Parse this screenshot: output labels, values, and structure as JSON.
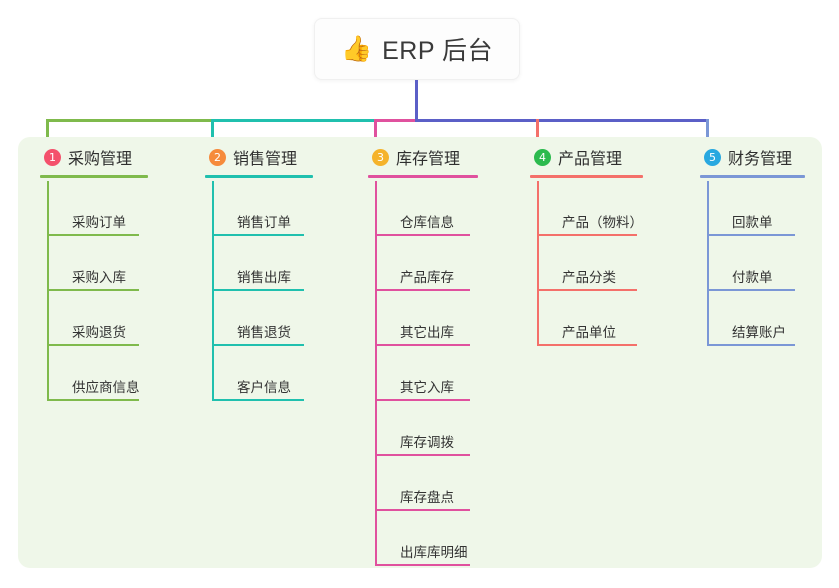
{
  "title": {
    "emoji": "👍",
    "icon_name": "thumbs-up-icon",
    "text": "ERP 后台"
  },
  "theme": {
    "page_background": "#ffffff",
    "panel_background": "#eff7e9",
    "title_card_background": "#fdfdfd",
    "title_text_color": "#3a3a3a",
    "trunk_color": "#5b5fc7"
  },
  "columns": [
    {
      "number": "1",
      "title": "采购管理",
      "badge_color": "#f4516c",
      "line_color": "#7fba4c",
      "items": [
        "采购订单",
        "采购入库",
        "采购退货",
        "供应商信息"
      ]
    },
    {
      "number": "2",
      "title": "销售管理",
      "badge_color": "#f68b3c",
      "line_color": "#20c0ae",
      "items": [
        "销售订单",
        "销售出库",
        "销售退货",
        "客户信息"
      ]
    },
    {
      "number": "3",
      "title": "库存管理",
      "badge_color": "#f5b32b",
      "line_color": "#e0519e",
      "items": [
        "仓库信息",
        "产品库存",
        "其它出库",
        "其它入库",
        "库存调拨",
        "库存盘点",
        "出库库明细"
      ]
    },
    {
      "number": "4",
      "title": "产品管理",
      "badge_color": "#2cba4e",
      "line_color": "#f4706a",
      "items": [
        "产品（物料）",
        "产品分类",
        "产品单位"
      ]
    },
    {
      "number": "5",
      "title": "财务管理",
      "badge_color": "#28a8e0",
      "line_color": "#7b97d6",
      "items": [
        "回款单",
        "付款单",
        "结算账户"
      ]
    }
  ]
}
